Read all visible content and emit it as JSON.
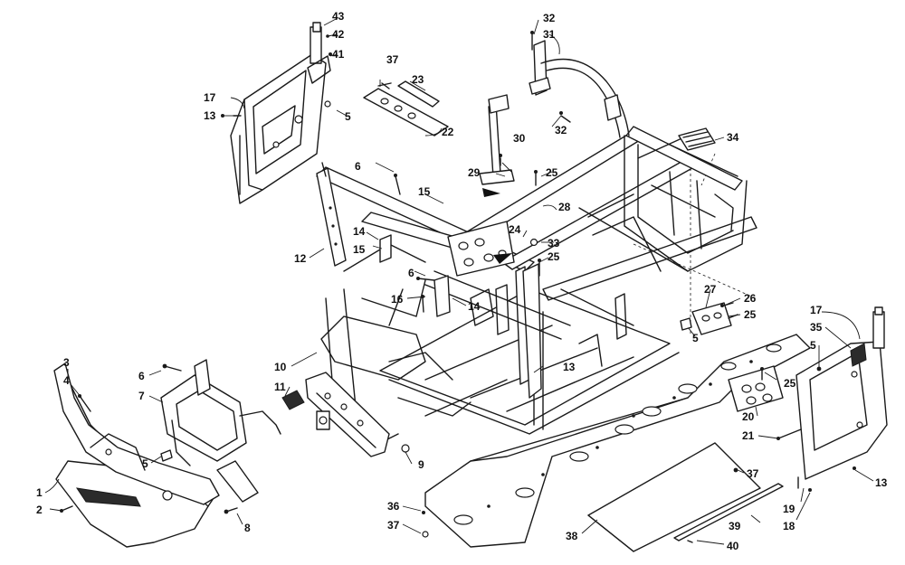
{
  "callouts": {
    "c1": "1",
    "c2": "2",
    "c3": "3",
    "c4": "4",
    "c5a": "5",
    "c5b": "5",
    "c5c": "5",
    "c5d": "5",
    "c6a": "6",
    "c6b": "6",
    "c6c": "6",
    "c7": "7",
    "c8": "8",
    "c9": "9",
    "c10": "10",
    "c11": "11",
    "c12": "12",
    "c13a": "13",
    "c13b": "13",
    "c13c": "13",
    "c14a": "14",
    "c14b": "14",
    "c15a": "15",
    "c15b": "15",
    "c16": "16",
    "c17a": "17",
    "c17b": "17",
    "c18": "18",
    "c19": "19",
    "c20": "20",
    "c21": "21",
    "c22": "22",
    "c23": "23",
    "c24": "24",
    "c25a": "25",
    "c25b": "25",
    "c25c": "25",
    "c25d": "25",
    "c26": "26",
    "c27": "27",
    "c28": "28",
    "c29": "29",
    "c30": "30",
    "c31": "31",
    "c32a": "32",
    "c32b": "32",
    "c33": "33",
    "c34": "34",
    "c35": "35",
    "c36": "36",
    "c37a": "37",
    "c37b": "37",
    "c37c": "37",
    "c38": "38",
    "c39": "39",
    "c40": "40",
    "c41": "41",
    "c42": "42",
    "c43": "43"
  }
}
